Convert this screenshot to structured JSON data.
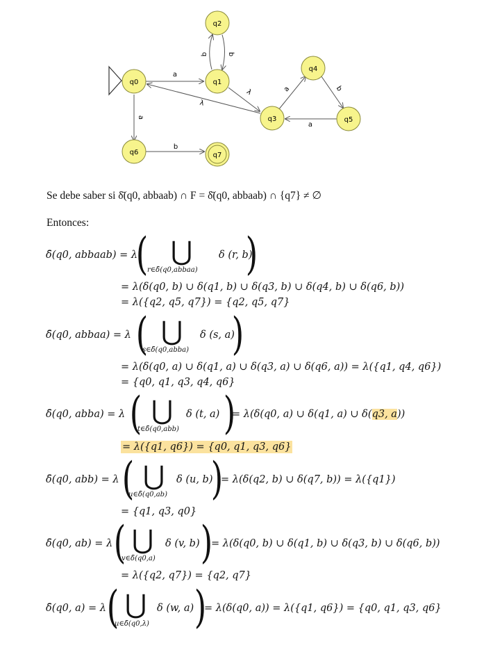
{
  "diagram": {
    "states": [
      {
        "id": "q0",
        "label": "q0",
        "initial": true,
        "final": false
      },
      {
        "id": "q1",
        "label": "q1",
        "initial": false,
        "final": false
      },
      {
        "id": "q2",
        "label": "q2",
        "initial": false,
        "final": false
      },
      {
        "id": "q3",
        "label": "q3",
        "initial": false,
        "final": false
      },
      {
        "id": "q4",
        "label": "q4",
        "initial": false,
        "final": false
      },
      {
        "id": "q5",
        "label": "q5",
        "initial": false,
        "final": false
      },
      {
        "id": "q6",
        "label": "q6",
        "initial": false,
        "final": false
      },
      {
        "id": "q7",
        "label": "q7",
        "initial": false,
        "final": true
      }
    ],
    "transitions": [
      {
        "from": "q0",
        "to": "q1",
        "label": "a"
      },
      {
        "from": "q1",
        "to": "q2",
        "label": "b"
      },
      {
        "from": "q2",
        "to": "q1",
        "label": "b"
      },
      {
        "from": "q1",
        "to": "q3",
        "label": "λ"
      },
      {
        "from": "q3",
        "to": "q0",
        "label": "λ"
      },
      {
        "from": "q3",
        "to": "q4",
        "label": "a"
      },
      {
        "from": "q4",
        "to": "q5",
        "label": "b"
      },
      {
        "from": "q5",
        "to": "q3",
        "label": "a"
      },
      {
        "from": "q0",
        "to": "q6",
        "label": "a"
      },
      {
        "from": "q6",
        "to": "q7",
        "label": "b"
      }
    ],
    "colors": {
      "state_fill": "#f7f48c",
      "state_stroke": "#8a8a3a",
      "edge": "#555555"
    }
  },
  "text": {
    "intro": "Se debe saber si δ̄(q0, abbaab) ∩ F = δ̄(q0, abbaab) ∩ {q7} ≠ ∅",
    "entonces": "Entonces:"
  },
  "eq": {
    "e1_lhs": "δ̄(q0, abbaab) = λ",
    "e1_sum": "δ (r, b)",
    "e1_sub": "r∈δ̄(q0,abbaa)",
    "e1_l2": "= λ(δ(q0, b) ∪ δ(q1, b) ∪ δ(q3, b) ∪ δ(q4, b) ∪ δ(q6, b))",
    "e1_l3": "= λ({q2, q5, q7}) = {q2, q5, q7}",
    "e2_lhs": "δ̄(q0, abbaa) = λ",
    "e2_sum": "δ (s, a)",
    "e2_sub": "s∈δ̄(q0,abba)",
    "e2_l2": "= λ(δ(q0, a) ∪ δ(q1, a) ∪ δ(q3, a) ∪ δ(q6, a)) = λ({q1, q4, q6})",
    "e2_l3": "= {q0, q1, q3, q4, q6}",
    "e3_lhs": "δ̄(q0, abba) = λ",
    "e3_sum": "δ (t, a)",
    "e3_sub": "t∈δ̄(q0,abb)",
    "e3_rhs_a": "= λ(δ(q0, a) ∪ δ(q1, a) ∪ δ(",
    "e3_rhs_hl": "q3, a",
    "e3_rhs_b": "))",
    "e3_l2": "= λ({q1, q6}) = {q0, q1, q3, q6}",
    "e4_lhs": "δ̄(q0, abb) = λ",
    "e4_sum": "δ (u, b)",
    "e4_sub": "u∈δ̄(q0,ab)",
    "e4_rhs": "= λ(δ(q2, b) ∪ δ(q7, b)) = λ({q1})",
    "e4_l2": "= {q1, q3, q0}",
    "e5_lhs": "δ̄(q0, ab) = λ",
    "e5_sum": "δ (v, b)",
    "e5_sub": "v∈δ̄(q0,a)",
    "e5_rhs": "= λ(δ(q0, b) ∪ δ(q1, b) ∪ δ(q3, b) ∪ δ(q6, b))",
    "e5_l2": "= λ({q2, q7}) = {q2, q7}",
    "e6_lhs": "δ̄(q0, a) = λ",
    "e6_sum": "δ (w, a)",
    "e6_sub": "u∈δ̄(q0,λ)",
    "e6_rhs": "= λ(δ(q0, a)) = λ({q1, q6}) = {q0, q1, q3, q6}"
  }
}
